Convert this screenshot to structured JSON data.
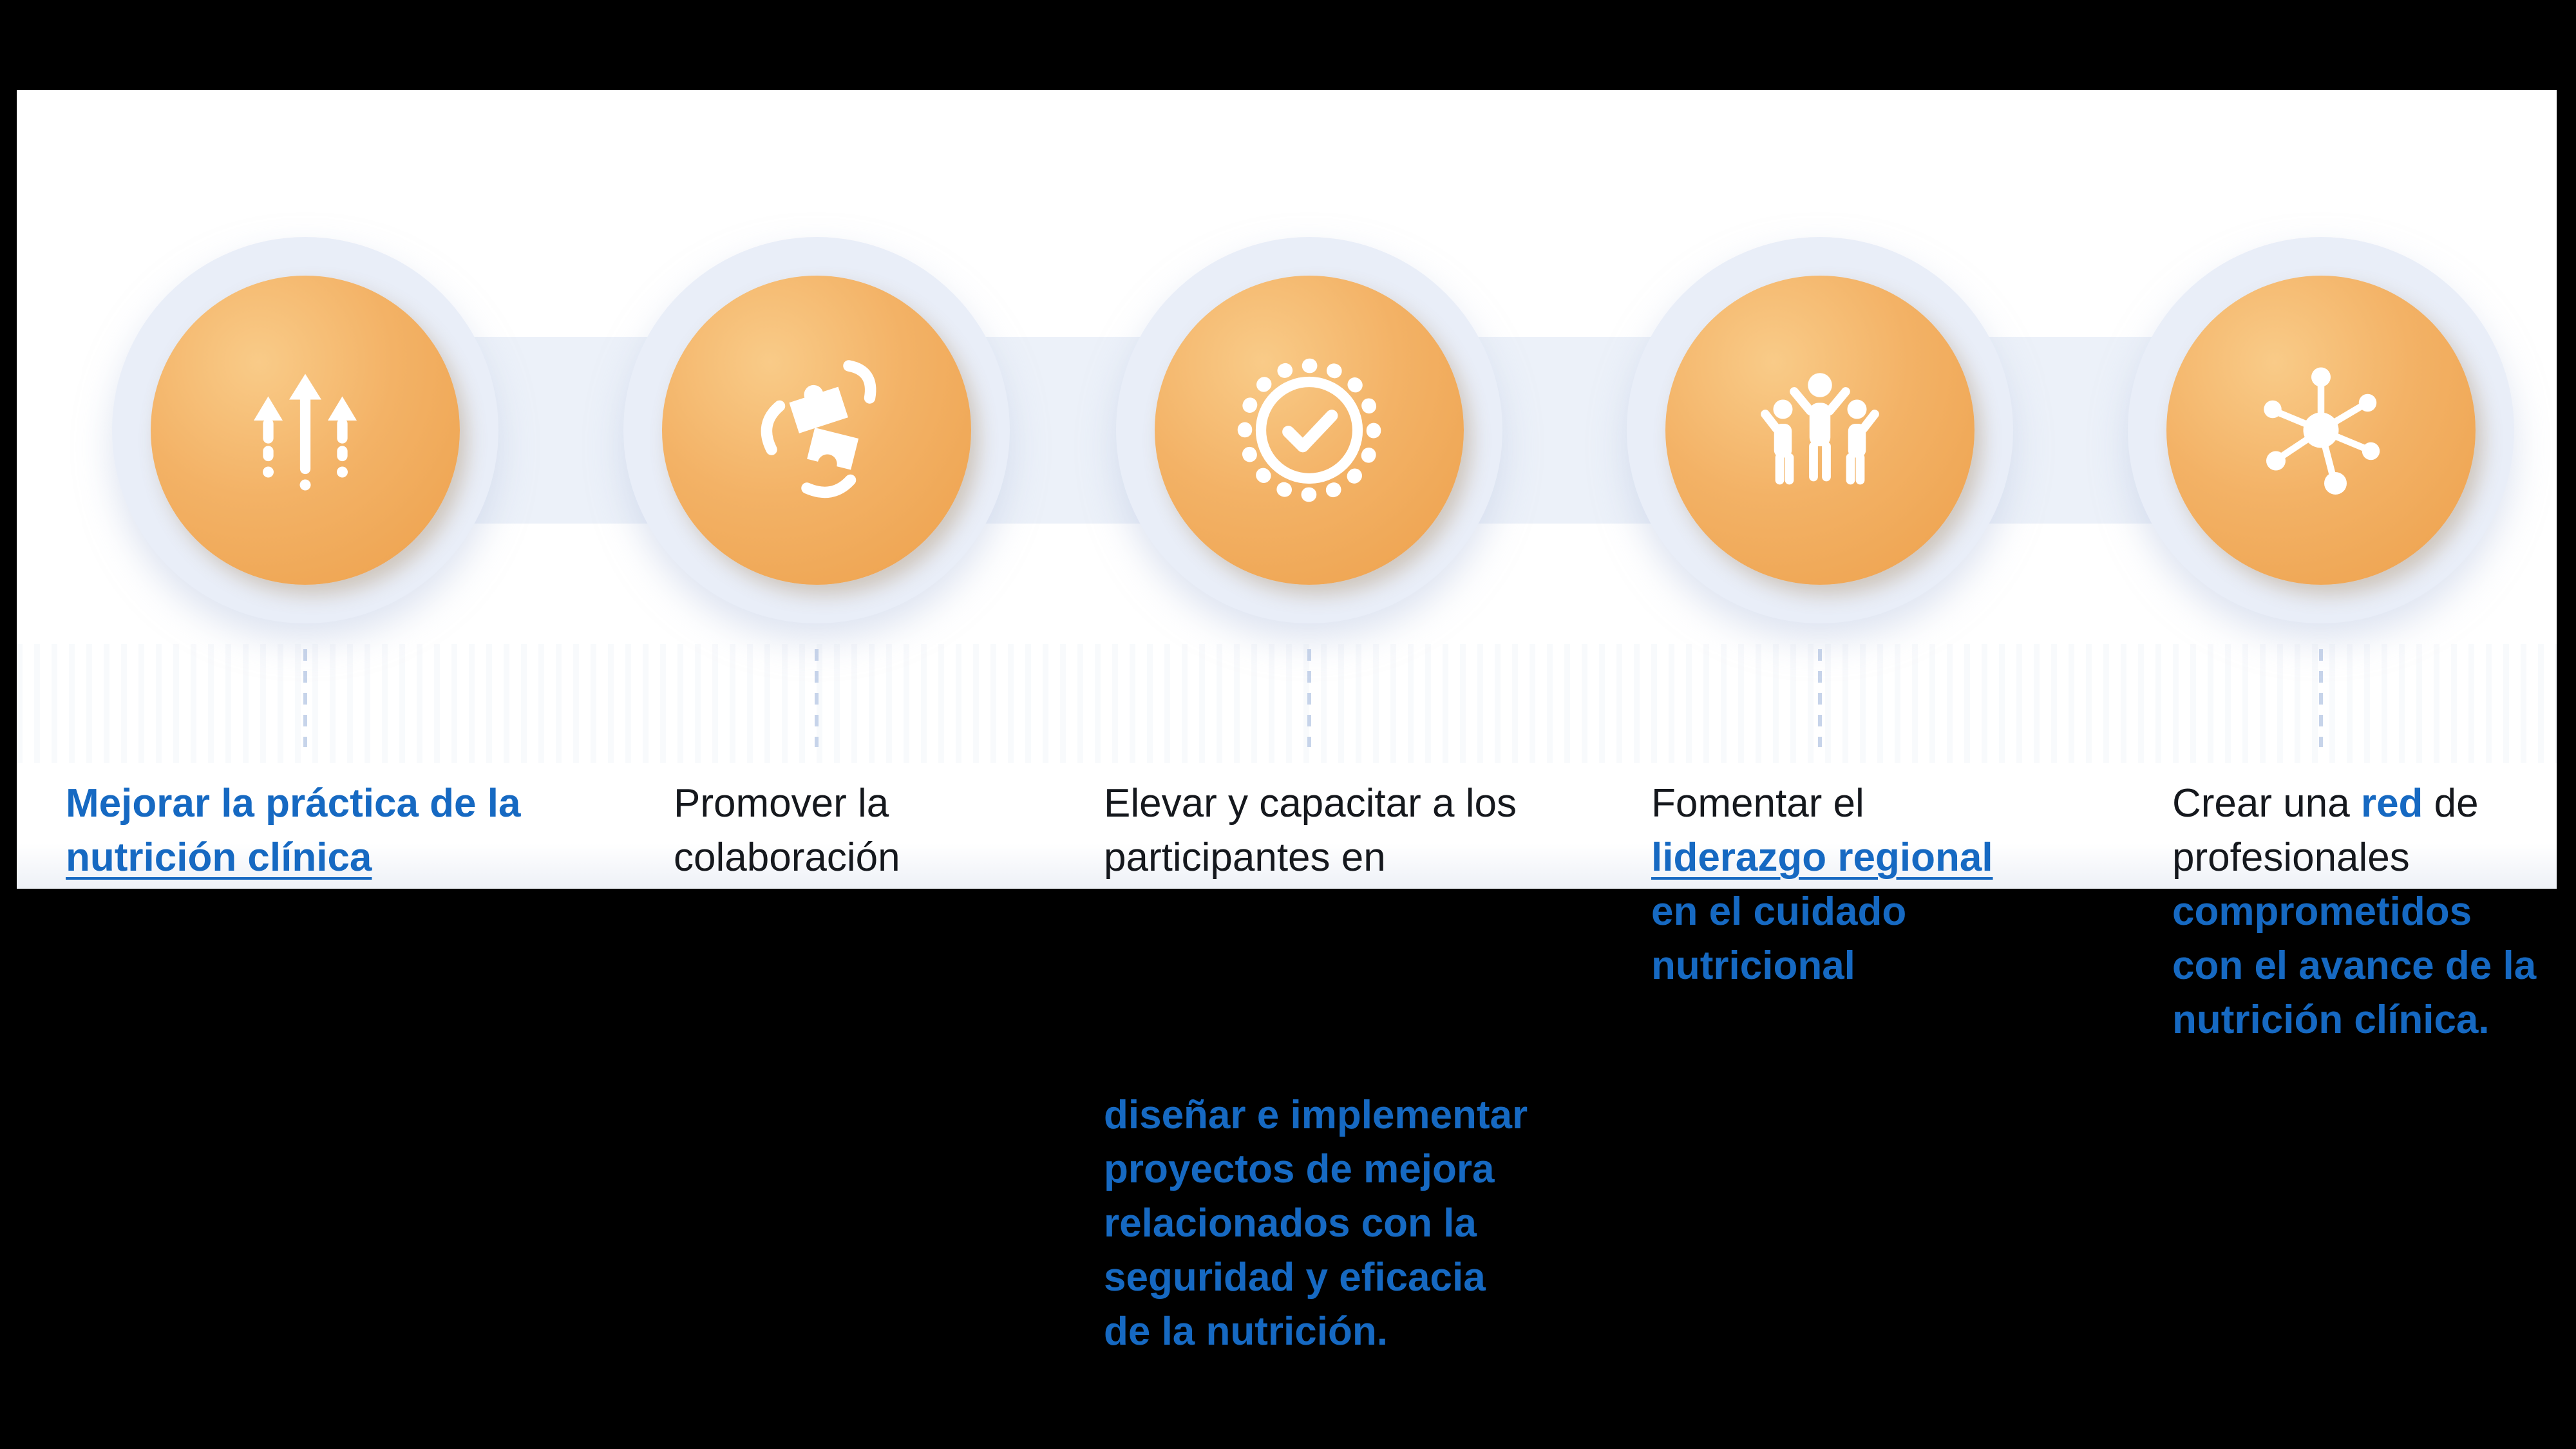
{
  "colors": {
    "background": "#000000",
    "panel": "#ffffff",
    "accent_blue": "#1669c2",
    "text_dark": "#15181d",
    "circle_orange_light": "#f9cb88",
    "circle_orange_dark": "#eda04b",
    "blob_blue": "#e9eef8",
    "dash_blue": "#c7d4ea"
  },
  "steps": [
    {
      "icon": "growth-arrows-icon",
      "lines": {
        "l1": "Mejorar la práctica de la",
        "l2": "nutrición clínica"
      }
    },
    {
      "icon": "collaboration-puzzle-hands-icon",
      "lines": {
        "l1": "Promover la",
        "l2": "colaboración"
      }
    },
    {
      "icon": "badge-check-icon",
      "lines": {
        "l1": "Elevar y capacitar a los",
        "l2": "participantes en"
      },
      "detail": [
        "diseñar e implementar",
        "proyectos de mejora",
        "relacionados con la",
        "seguridad y eficacia",
        "de la nutrición."
      ]
    },
    {
      "icon": "people-celebrating-icon",
      "lines": {
        "l1": "Fomentar el",
        "l2": "liderazgo regional",
        "l3": "en el cuidado",
        "l4": "nutricional"
      }
    },
    {
      "icon": "network-hub-icon",
      "runs1": [
        "Crear una ",
        "red",
        " de"
      ],
      "lines": {
        "l2": "profesionales",
        "l3": "comprometidos",
        "l4": "con el avance de la",
        "l5": "nutrición clínica."
      }
    }
  ]
}
